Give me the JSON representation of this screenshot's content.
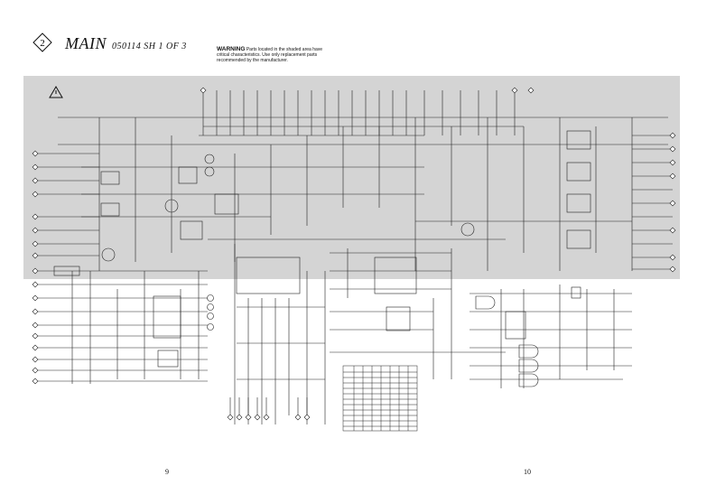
{
  "header": {
    "section_number": "2",
    "title_main": "MAIN",
    "title_sub": "050114 SH 1 OF 3"
  },
  "warning": {
    "label": "WARNING",
    "text": "Parts located in the shaded area have critical characteristics. Use only replacement parts recommended by the manufacturer."
  },
  "footer": {
    "left_page": "9",
    "right_page": "10"
  },
  "colors": {
    "shaded_area": "#d4d4d4",
    "ink": "#111111",
    "background": "#ffffff"
  },
  "icons": {
    "section_badge": "diamond-icon",
    "warning": "warning-triangle-icon"
  }
}
